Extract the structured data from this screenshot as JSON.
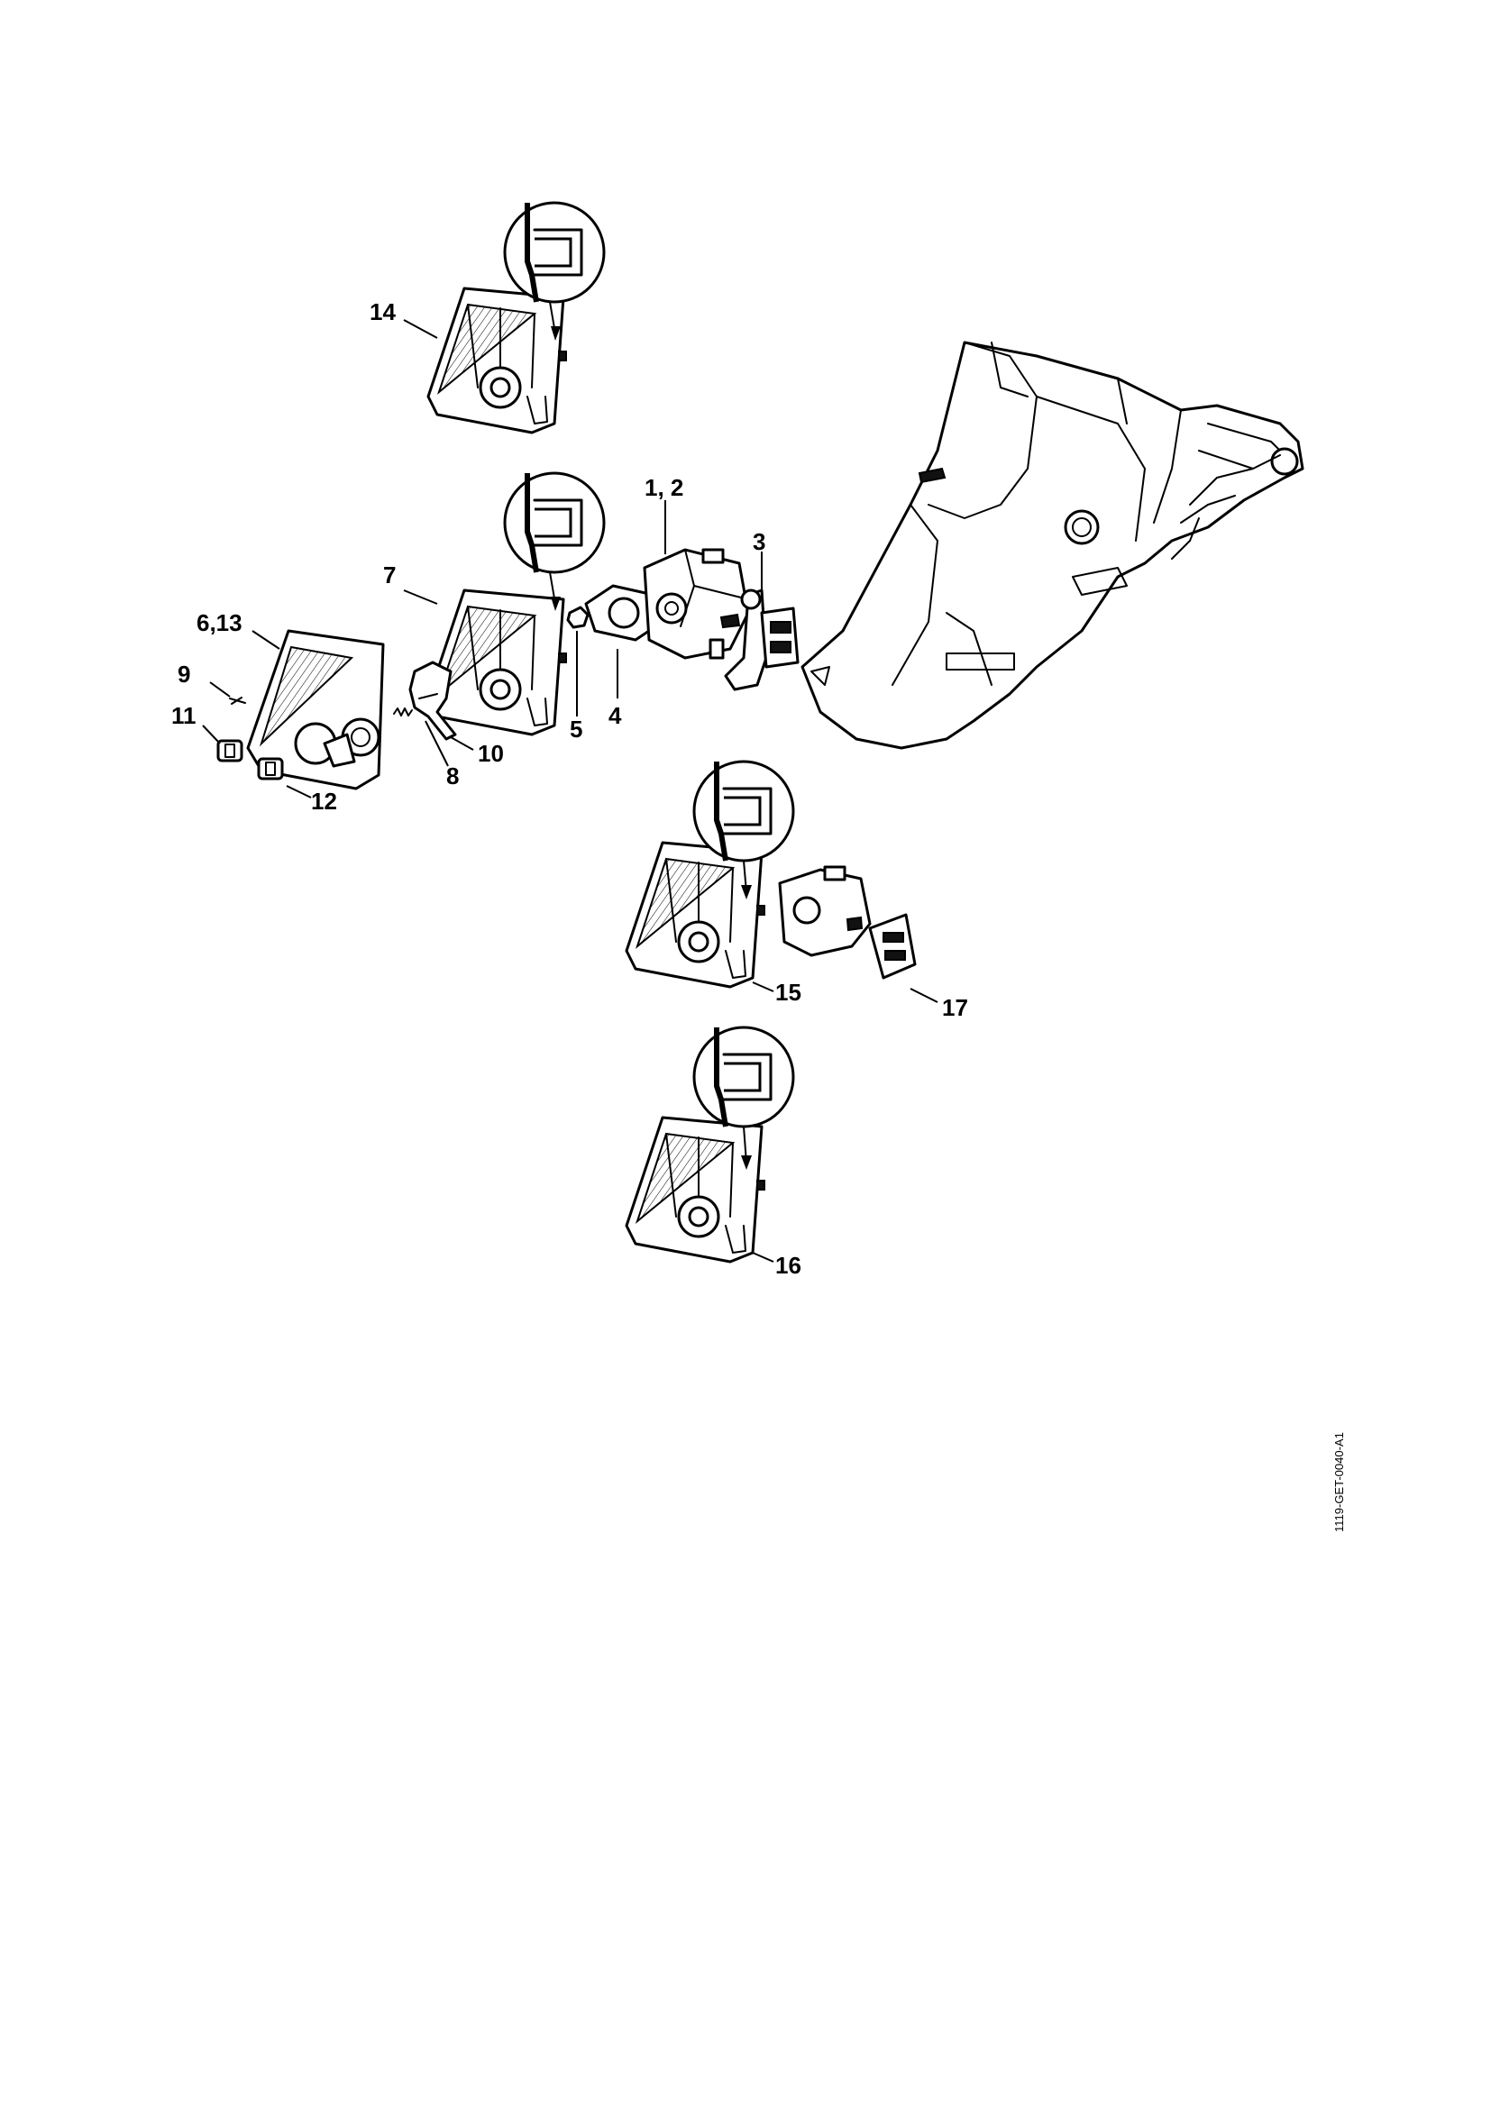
{
  "document_id": "1119-GET-0040-A1",
  "callouts": {
    "c1_2": "1, 2",
    "c3": "3",
    "c4": "4",
    "c5": "5",
    "c6_13": "6,13",
    "c7": "7",
    "c8": "8",
    "c9": "9",
    "c10": "10",
    "c11": "11",
    "c12": "12",
    "c14": "14",
    "c15": "15",
    "c16": "16",
    "c17": "17"
  }
}
